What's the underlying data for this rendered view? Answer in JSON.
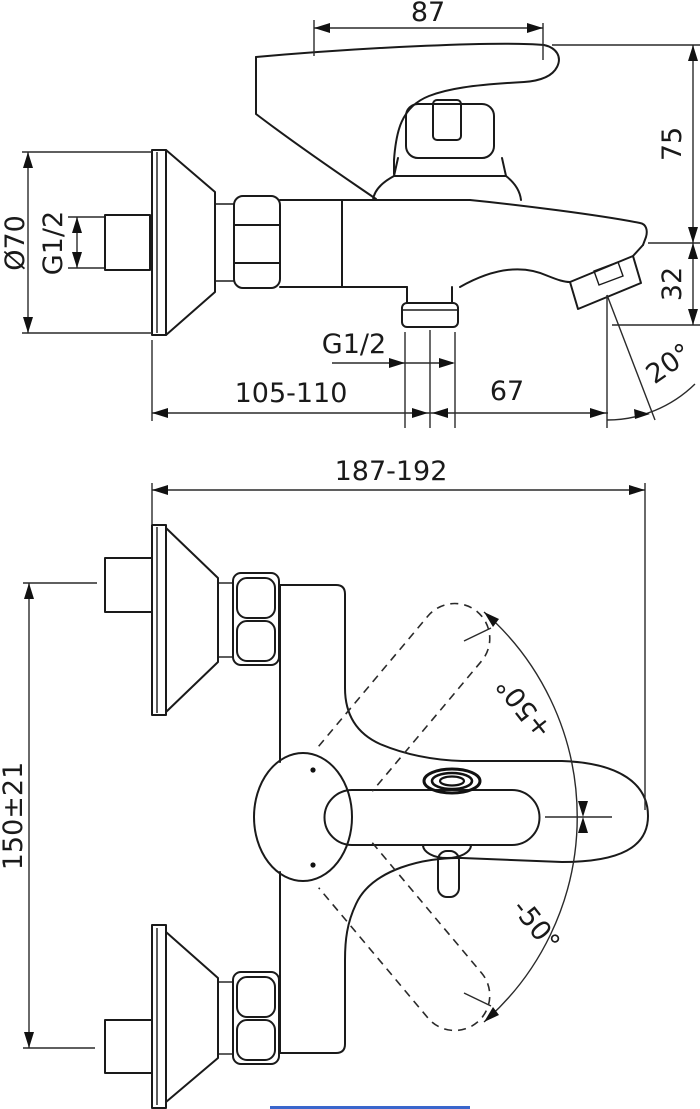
{
  "dims": {
    "d87": "87",
    "d75": "75",
    "d32": "32",
    "dia70": "Ø70",
    "g12_inlet": "G1/2",
    "g12_outlet": "G1/2",
    "d105_110": "105-110",
    "d67": "67",
    "a20": "20°",
    "d187_192": "187-192",
    "d150": "150±21",
    "a_plus50": "+50°",
    "a_minus50": "-50°"
  },
  "colors": {
    "line": "#1a1a1a",
    "artifact_blue": "#3a66cc"
  }
}
